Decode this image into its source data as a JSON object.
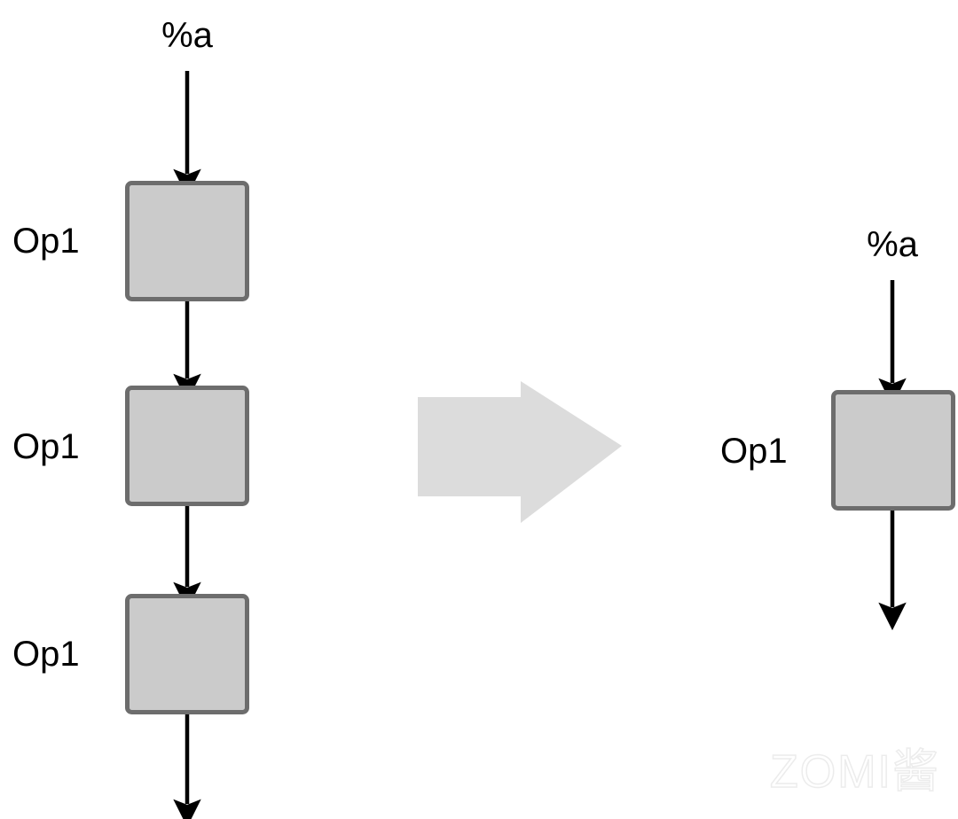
{
  "diagram": {
    "title": "Operation fusion transformation diagram",
    "colors": {
      "box_fill": "#cbcbcb",
      "box_stroke": "#6d6d6d",
      "arrow_stroke": "#000000",
      "transform_arrow_fill": "#dcdcdc",
      "background": "#ffffff",
      "watermark": "#ececec"
    },
    "before": {
      "input_label": "%a",
      "nodes": [
        {
          "label": "Op1"
        },
        {
          "label": "Op1"
        },
        {
          "label": "Op1"
        }
      ]
    },
    "transform": {
      "icon": "right-arrow-icon"
    },
    "after": {
      "input_label": "%a",
      "nodes": [
        {
          "label": "Op1"
        }
      ]
    }
  },
  "watermark": {
    "text": "ZOMI酱"
  }
}
